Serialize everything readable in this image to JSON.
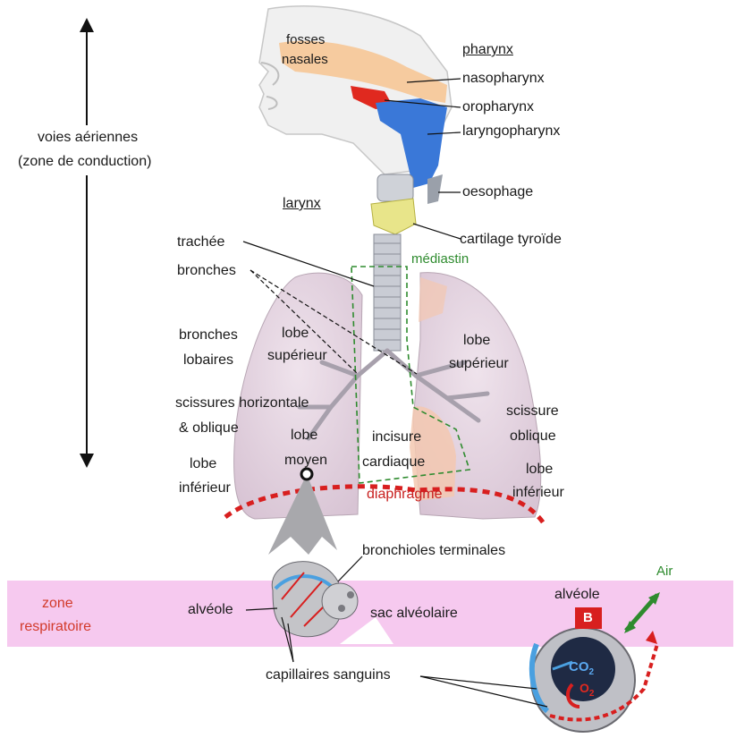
{
  "labels": {
    "voies_1": "voies aériennes",
    "voies_2": "(zone de conduction)",
    "fosses_1": "fosses",
    "fosses_2": "nasales",
    "pharynx": "pharynx",
    "nasopharynx": "nasopharynx",
    "oropharynx": "oropharynx",
    "laryngopharynx": "laryngopharynx",
    "oesophage": "oesophage",
    "larynx": "larynx",
    "cartilage": "cartilage tyroïde",
    "trachee": "trachée",
    "mediastin": "médiastin",
    "bronches": "bronches",
    "bronches_lob_1": "bronches",
    "bronches_lob_2": "lobaires",
    "lobe_sup_d_1": "lobe",
    "lobe_sup_d_2": "supérieur",
    "lobe_sup_g_1": "lobe",
    "lobe_sup_g_2": "supérieur",
    "scissures_1": "scissures horizontale",
    "scissures_2": "&  oblique",
    "scissure_g_1": "scissure",
    "scissure_g_2": "oblique",
    "lobe_moyen_1": "lobe",
    "lobe_moyen_2": "moyen",
    "incisure_1": "incisure",
    "incisure_2": "cardiaque",
    "lobe_inf_d_1": "lobe",
    "lobe_inf_d_2": "inférieur",
    "lobe_inf_g_1": "lobe",
    "lobe_inf_g_2": "inférieur",
    "diaphragme": "diaphragme",
    "bronchioles": "bronchioles terminales",
    "zone_1": "zone",
    "zone_2": "respiratoire",
    "alveole": "alvéole",
    "sac": "sac alvéolaire",
    "alveole2": "alvéole",
    "air": "Air",
    "b": "B",
    "co2": "CO",
    "co2_sub": "2",
    "o2": "O",
    "o2_sub": "2",
    "capillaires": "capillaires sanguins"
  },
  "colors": {
    "zone_band": "#f6c9ef",
    "lung": "#ecdde8",
    "lung_pink": "#f3c8b0",
    "nasal": "#f5c89a",
    "blue": "#3a78d8",
    "red": "#e0291f",
    "thyroid": "#e8e58a",
    "green": "#2e8b2e"
  }
}
